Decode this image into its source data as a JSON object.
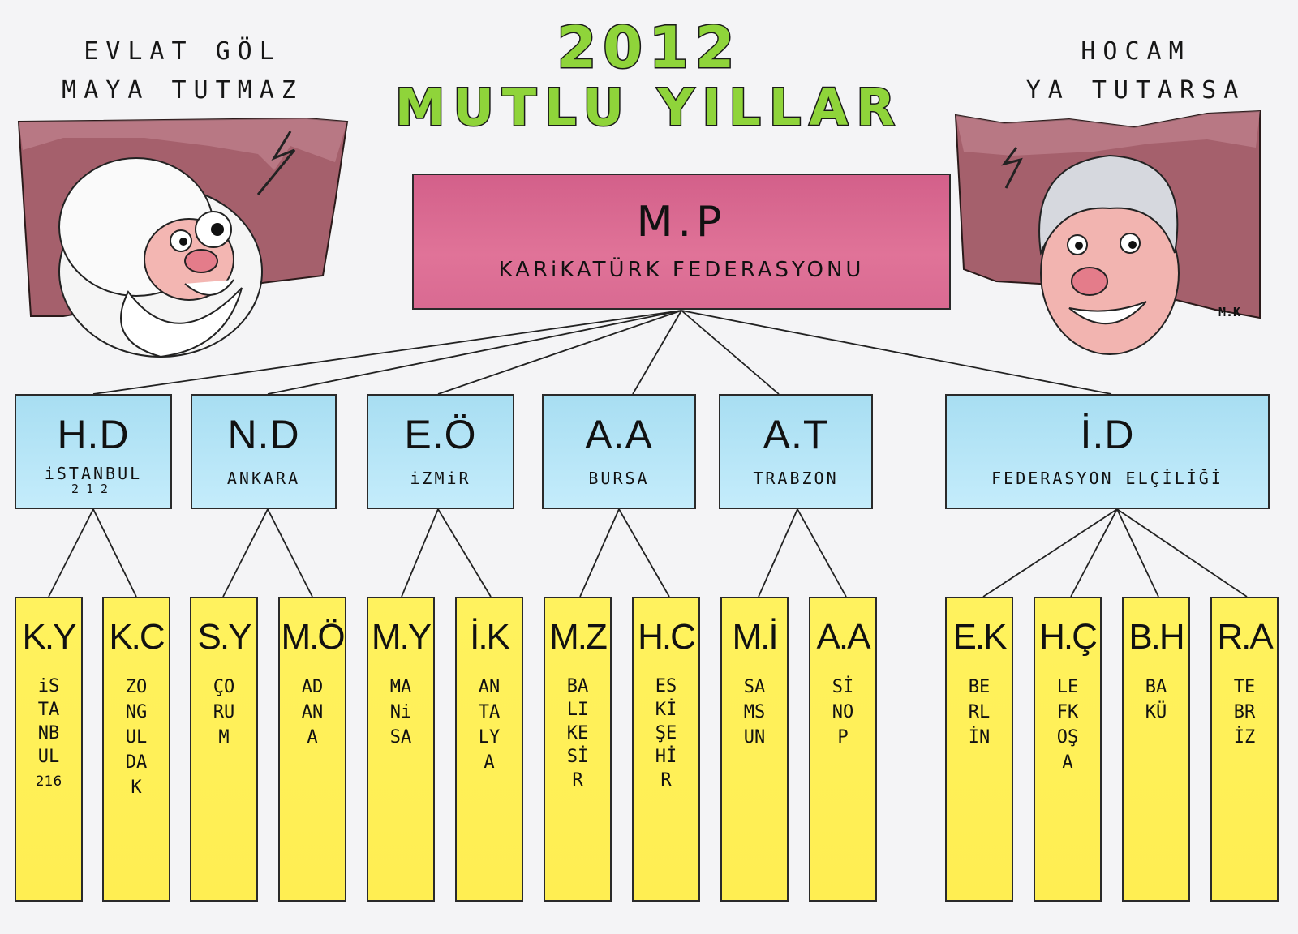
{
  "title": {
    "line1": "2012",
    "line2": "MUTLU YILLAR"
  },
  "quotes": {
    "left": [
      "EVLAT GÖL",
      "MAYA TUTMAZ"
    ],
    "right": [
      "HOCAM",
      "YA TUTARSA"
    ]
  },
  "signature": "M.K",
  "root": {
    "initials": "M.P",
    "subtitle": "KARiKATÜRK FEDERASYONU"
  },
  "groups": [
    {
      "initials": "H.D",
      "subtitle": "iSTANBUL",
      "extra": "212",
      "children": [
        {
          "initials": "K.Y",
          "vertical": "iSTANBUL",
          "extra": "216"
        },
        {
          "initials": "K.C",
          "vertical": "ZONGULDAK"
        }
      ]
    },
    {
      "initials": "N.D",
      "subtitle": "ANKARA",
      "children": [
        {
          "initials": "S.Y",
          "vertical": "ÇORUM"
        },
        {
          "initials": "M.Ö",
          "vertical": "ADANA"
        }
      ]
    },
    {
      "initials": "E.Ö",
      "subtitle": "iZMiR",
      "children": [
        {
          "initials": "M.Y",
          "vertical": "MANiSA"
        },
        {
          "initials": "İ.K",
          "vertical": "ANTALYA"
        }
      ]
    },
    {
      "initials": "A.A",
      "subtitle": "BURSA",
      "children": [
        {
          "initials": "M.Z",
          "vertical": "BALIKESİR"
        },
        {
          "initials": "H.C",
          "vertical": "ESKİŞEHİR"
        }
      ]
    },
    {
      "initials": "A.T",
      "subtitle": "TRABZON",
      "children": [
        {
          "initials": "M.İ",
          "vertical": "SAMSUN"
        },
        {
          "initials": "A.A",
          "vertical": "SİNOP"
        }
      ]
    },
    {
      "initials": "İ.D",
      "subtitle": "FEDERASYON ELÇİLİĞİ",
      "children": [
        {
          "initials": "E.K",
          "vertical": "BERLİN"
        },
        {
          "initials": "H.Ç",
          "vertical": "LEFKOŞA"
        },
        {
          "initials": "B.H",
          "vertical": "BAKÜ"
        },
        {
          "initials": "R.A",
          "vertical": "TEBRİZ"
        }
      ]
    }
  ]
}
